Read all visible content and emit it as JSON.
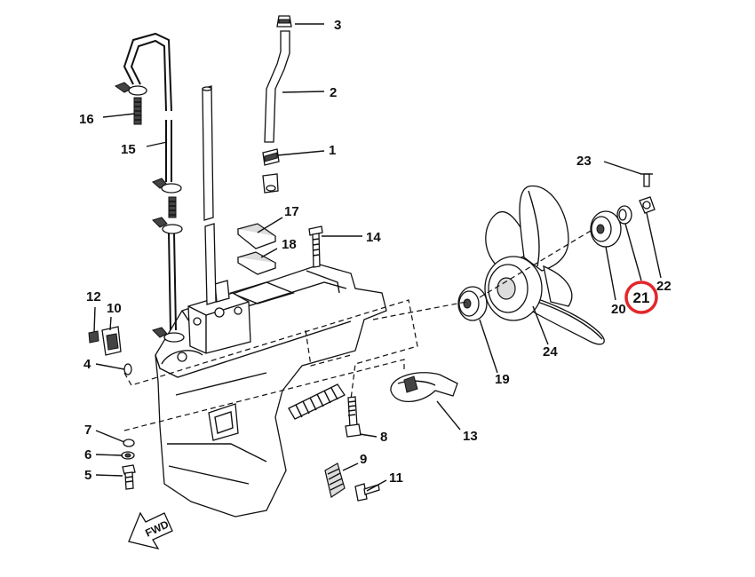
{
  "diagram": {
    "labels": [
      {
        "id": "1",
        "text": "1"
      },
      {
        "id": "2",
        "text": "2"
      },
      {
        "id": "3",
        "text": "3"
      },
      {
        "id": "4",
        "text": "4"
      },
      {
        "id": "5",
        "text": "5"
      },
      {
        "id": "6",
        "text": "6"
      },
      {
        "id": "7",
        "text": "7"
      },
      {
        "id": "8",
        "text": "8"
      },
      {
        "id": "9",
        "text": "9"
      },
      {
        "id": "10",
        "text": "10"
      },
      {
        "id": "11",
        "text": "11"
      },
      {
        "id": "12",
        "text": "12"
      },
      {
        "id": "13",
        "text": "13"
      },
      {
        "id": "14",
        "text": "14"
      },
      {
        "id": "15",
        "text": "15"
      },
      {
        "id": "16",
        "text": "16"
      },
      {
        "id": "17",
        "text": "17"
      },
      {
        "id": "18",
        "text": "18"
      },
      {
        "id": "19",
        "text": "19"
      },
      {
        "id": "20",
        "text": "20"
      },
      {
        "id": "21",
        "text": "21"
      },
      {
        "id": "22",
        "text": "22"
      },
      {
        "id": "23",
        "text": "23"
      },
      {
        "id": "24",
        "text": "24"
      }
    ],
    "highlighted_part": "21",
    "highlight_color": "#e3262a",
    "direction_arrow_text": "FWD"
  }
}
